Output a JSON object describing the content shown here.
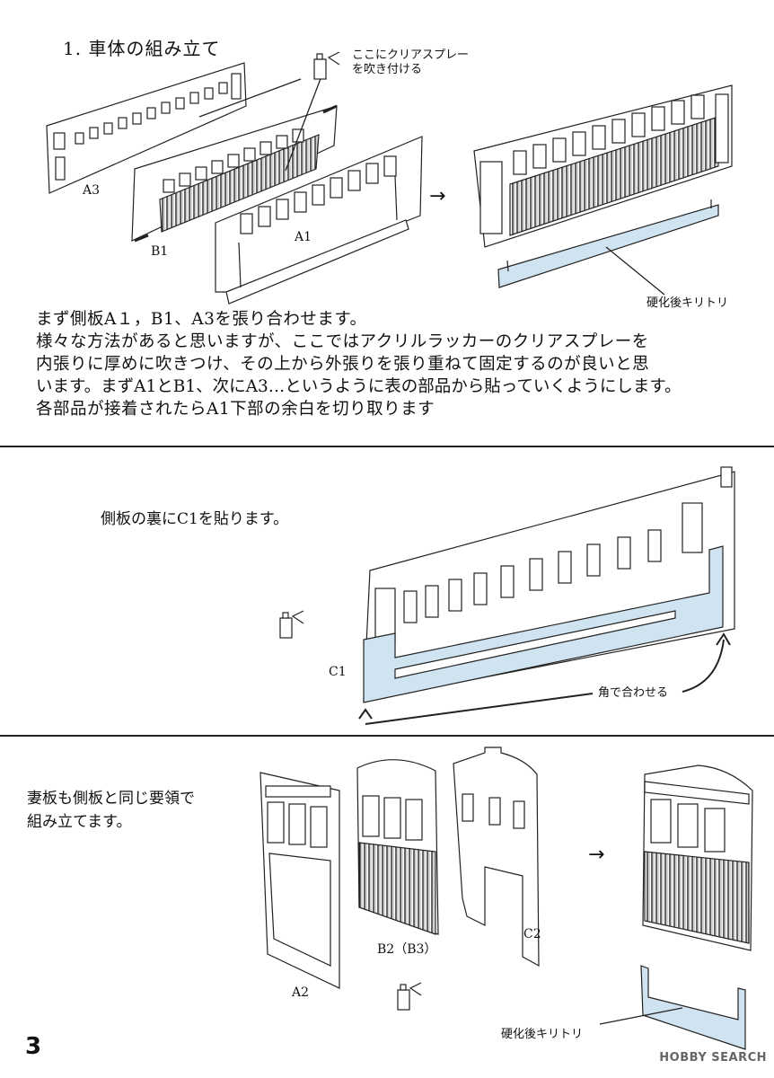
{
  "section1": {
    "title": "1. 車体の組み立て",
    "spray_note_line1": "ここにクリアスプレー",
    "spray_note_line2": "を吹き付ける",
    "labels": {
      "a3": "A3",
      "b1": "B1",
      "a1": "A1"
    },
    "cut_note": "硬化後キリトリ",
    "paragraph": [
      "まず側板A１，B1、A3を張り合わせます。",
      "様々な方法があると思いますが、ここではアクリルラッカーのクリアスプレーを",
      "内張りに厚めに吹きつけ、その上から外張りを張り重ねて固定するのが良いと思",
      "います。まずA1とB1、次にA3…というように表の部品から貼っていくようにします。",
      "各部品が接着されたらA1下部の余白を切り取ります"
    ]
  },
  "section2": {
    "instruction": "側板の裏にC1を貼ります。",
    "label_c1": "C1",
    "corner_note": "角で合わせる"
  },
  "section3": {
    "instruction_line1": "妻板も側板と同じ要領で",
    "instruction_line2": "組み立てます。",
    "labels": {
      "a2": "A2",
      "b2": "B2（B3）",
      "c2": "C2"
    },
    "cut_note": "硬化後キリトリ"
  },
  "page_number": "3",
  "watermark": "HOBBY SEARCH",
  "colors": {
    "part_fill": "#cfe3f0",
    "ink": "#111111"
  }
}
